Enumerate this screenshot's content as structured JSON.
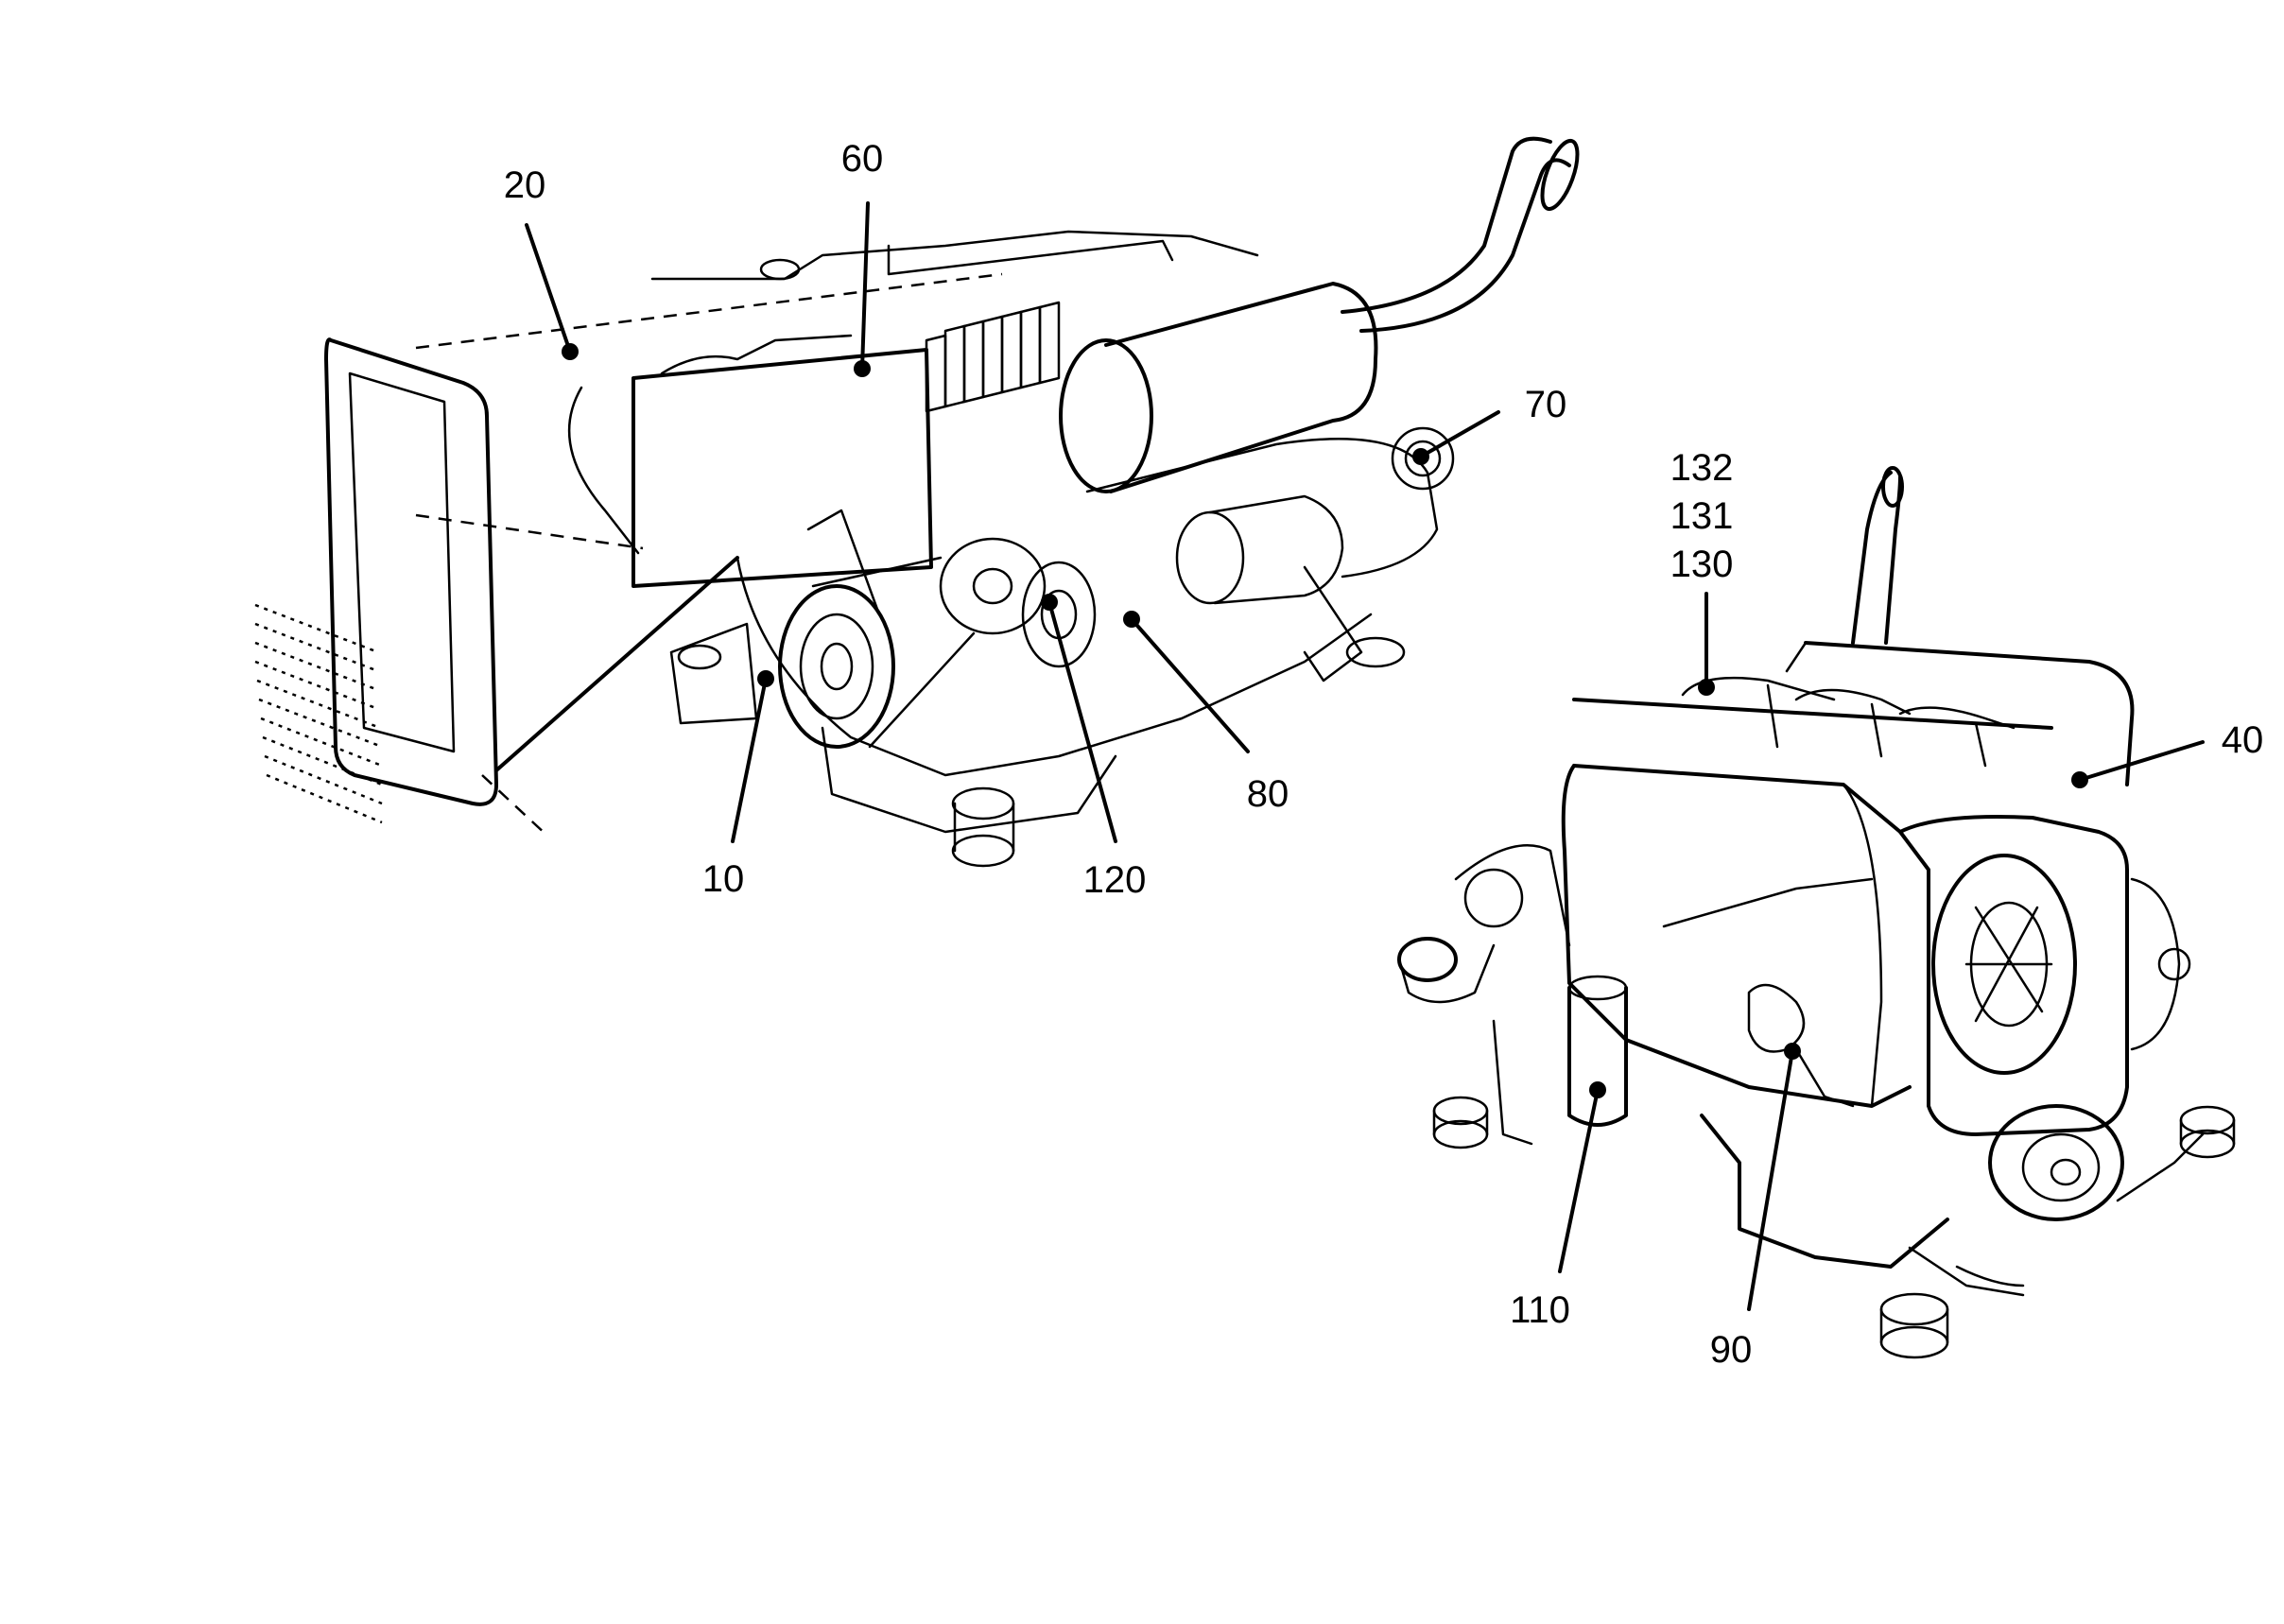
{
  "callouts": [
    {
      "id": "10",
      "label": "10"
    },
    {
      "id": "20",
      "label": "20"
    },
    {
      "id": "40",
      "label": "40"
    },
    {
      "id": "60",
      "label": "60"
    },
    {
      "id": "70",
      "label": "70"
    },
    {
      "id": "80",
      "label": "80"
    },
    {
      "id": "90",
      "label": "90"
    },
    {
      "id": "110",
      "label": "110"
    },
    {
      "id": "120",
      "label": "120"
    },
    {
      "id": "130",
      "label": "130"
    },
    {
      "id": "131",
      "label": "131"
    },
    {
      "id": "132",
      "label": "132"
    }
  ]
}
